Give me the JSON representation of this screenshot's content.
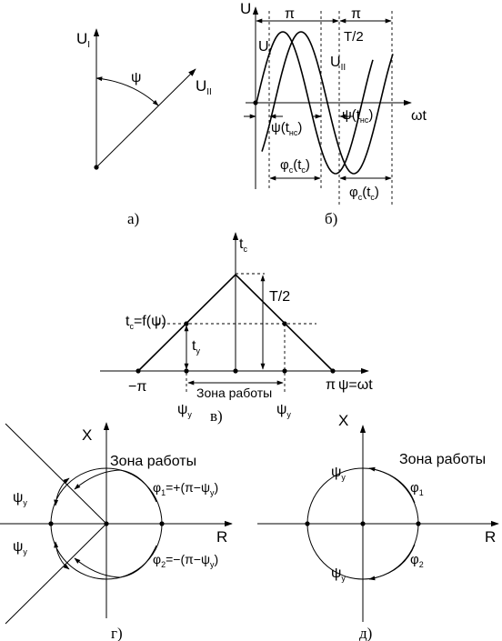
{
  "panel_a": {
    "caption": "а)",
    "u1_label": "U",
    "u1_sub": "I",
    "u2_label": "U",
    "u2_sub": "II",
    "angle_label": "ψ"
  },
  "panel_b": {
    "caption": "б)",
    "y_axis": "U",
    "x_axis": "ωt",
    "pi_left": "π",
    "pi_right": "π",
    "half_period": "T/2",
    "u1_label": "U",
    "u1_sub": "I",
    "u2_label": "U",
    "u2_sub": "II",
    "psi_left": "ψ(t",
    "psi_left_sub": "нс",
    "psi_right": "ψ(t",
    "psi_right_sub": "нс",
    "phi_left": "φ",
    "phi_left_sub": "c",
    "phi_left_arg": "(t",
    "phi_left_arg_sub": "c",
    "phi_right": "φ",
    "phi_right_sub": "c",
    "phi_right_arg": "(t",
    "phi_right_arg_sub": "c",
    "close_paren": ")"
  },
  "panel_v": {
    "caption": "в)",
    "y_axis": "t",
    "y_axis_sub": "c",
    "x_axis": "ψ=ωt",
    "half_period": "T/2",
    "func": "t",
    "func_sub": "c",
    "func_rest": "=f(ψ)",
    "ty": "t",
    "ty_sub": "y",
    "minus_pi": "−π",
    "pi": "π",
    "zone": "Зона работы",
    "psi_y_left": "ψ",
    "psi_y_left_sub": "y",
    "psi_y_right": "ψ",
    "psi_y_right_sub": "y"
  },
  "panel_g": {
    "caption": "г)",
    "x_axis": "X",
    "r_axis": "R",
    "zone": "Зона работы",
    "psi_top": "ψ",
    "psi_top_sub": "y",
    "psi_bottom": "ψ",
    "psi_bottom_sub": "y",
    "phi1": "φ",
    "phi1_sub": "1",
    "phi1_rest": "=+(π−ψ",
    "phi1_rest_sub": "y",
    "phi2": "φ",
    "phi2_sub": "2",
    "phi2_rest": "=−(π−ψ",
    "phi2_rest_sub": "y",
    "close_paren": ")"
  },
  "panel_d": {
    "caption": "д)",
    "x_axis": "X",
    "r_axis": "R",
    "zone": "Зона работы",
    "psi_top": "ψ",
    "psi_top_sub": "y",
    "psi_bottom": "ψ",
    "psi_bottom_sub": "y",
    "phi1": "φ",
    "phi1_sub": "1",
    "phi2": "φ",
    "phi2_sub": "2"
  }
}
